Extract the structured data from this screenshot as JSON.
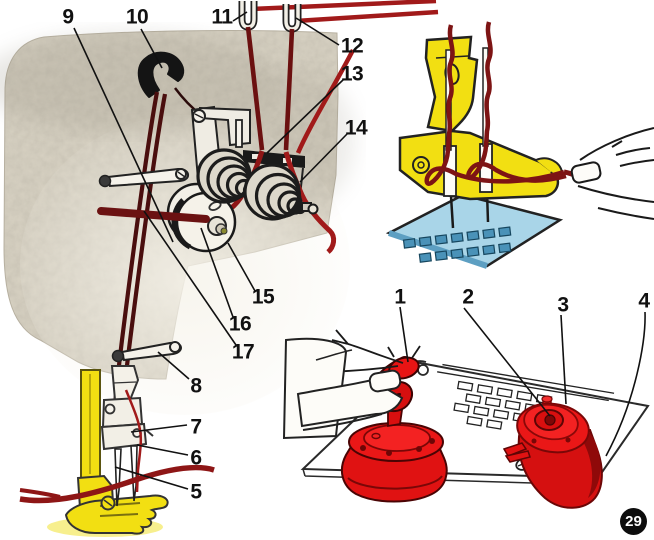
{
  "illustration": {
    "page_number": "29",
    "callouts": [
      "1",
      "2",
      "3",
      "4",
      "5",
      "6",
      "7",
      "8",
      "9",
      "10",
      "11",
      "12",
      "13",
      "14",
      "15",
      "16",
      "17"
    ]
  },
  "colors": {
    "machine_body": "#d8d2c3",
    "thread_dark": "#5c1111",
    "thread_bright": "#a11a1a",
    "presser_foot_yellow": "#f2df12",
    "feed_plate_blue": "#a9d5e8",
    "feed_teeth_blue": "#4a92b8",
    "bobbin_red": "#e31313",
    "bobbin_red_dark": "#8f0909",
    "outline_black": "#1a1a1a",
    "badge_black": "#0d0d0d"
  }
}
